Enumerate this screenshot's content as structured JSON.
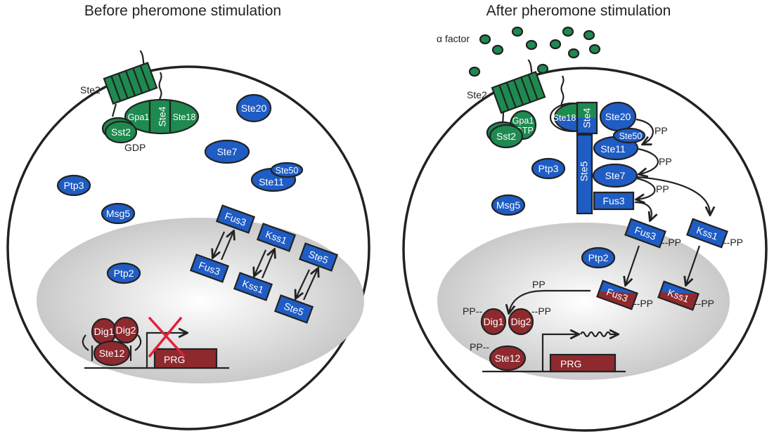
{
  "titles": {
    "before": "Before pheromone stimulation",
    "after": "After pheromone stimulation"
  },
  "colors": {
    "blue": "#1f5cc4",
    "green": "#1e8a50",
    "red": "#8e2a2e",
    "nucleus": "#c8c8c8",
    "cross": "#e0203a"
  },
  "before": {
    "receptor": "Ste2",
    "gpa1": "Gpa1",
    "ste4": "Ste4",
    "ste18": "Ste18",
    "sst2": "Sst2",
    "gdp": "GDP",
    "ste20": "Ste20",
    "ste7": "Ste7",
    "ste50": "Ste50",
    "ste11": "Ste11",
    "ptp3": "Ptp3",
    "msg5": "Msg5",
    "ptp2": "Ptp2",
    "fus3_top": "Fus3",
    "fus3_bot": "Fus3",
    "kss1_top": "Kss1",
    "kss1_bot": "Kss1",
    "ste5_top": "Ste5",
    "ste5_bot": "Ste5",
    "dig1": "Dig1",
    "dig2": "Dig2",
    "ste12": "Ste12",
    "prg": "PRG"
  },
  "after": {
    "alpha_factor": "α factor",
    "receptor": "Ste2",
    "gpa1": "Gpa1",
    "gtp": "GTP",
    "sst2": "Sst2",
    "ste18": "Ste18",
    "ste4": "Ste4",
    "ste20": "Ste20",
    "ste50": "Ste50",
    "ste11": "Ste11",
    "ste7": "Ste7",
    "ste5": "Ste5",
    "fus3_scaffold": "Fus3",
    "ptp3": "Ptp3",
    "msg5": "Msg5",
    "ptp2": "Ptp2",
    "fus3_cyto": "Fus3",
    "kss1_cyto": "Kss1",
    "fus3_nuc": "Fus3",
    "kss1_nuc": "Kss1",
    "dig1": "Dig1",
    "dig2": "Dig2",
    "ste12": "Ste12",
    "prg": "PRG",
    "pp": "PP",
    "pp_dash": "--PP",
    "pp_left": "PP--"
  }
}
